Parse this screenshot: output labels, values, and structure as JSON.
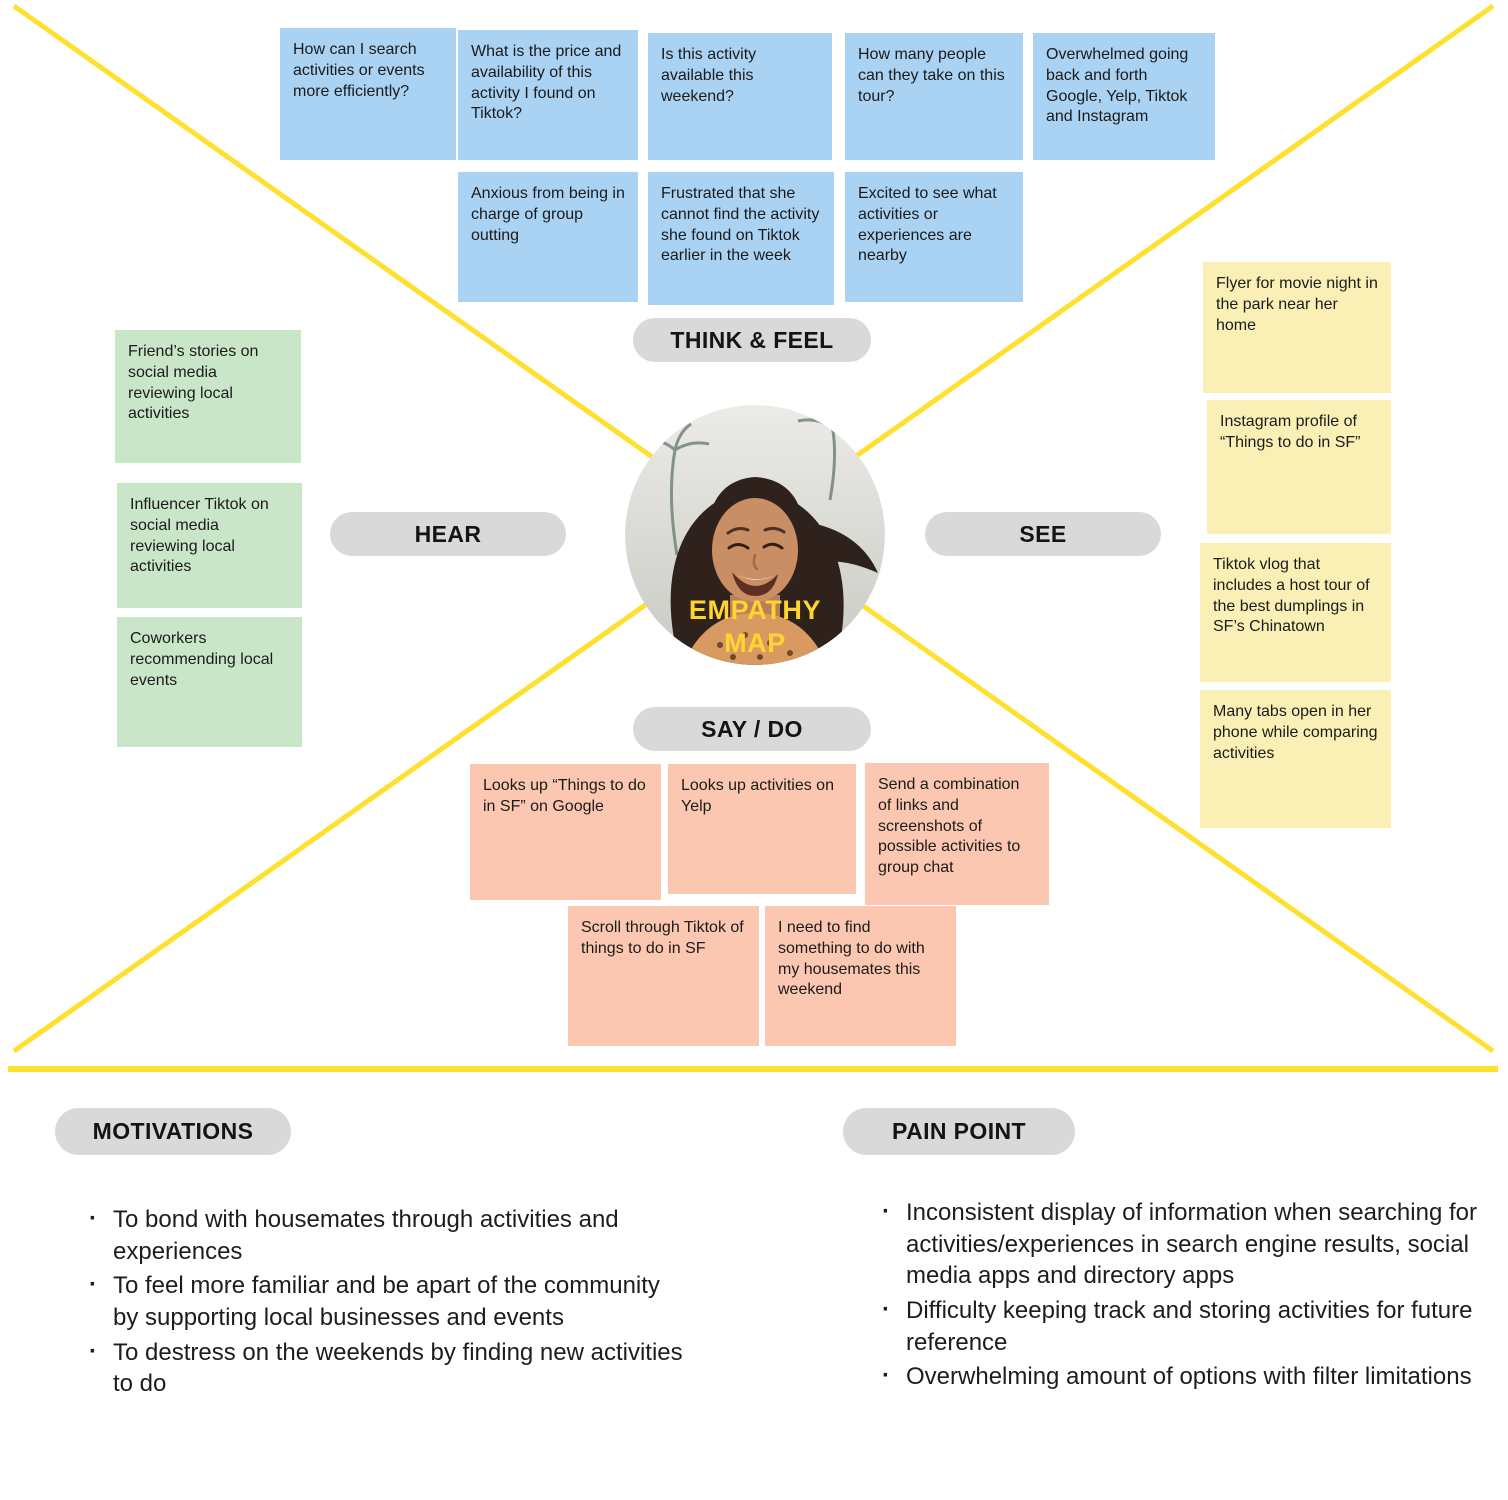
{
  "center": {
    "title": "EMPATHY MAP"
  },
  "quadrants": {
    "think_feel": {
      "label": "THINK & FEEL",
      "notes": [
        "How can I search activities or events more efficiently?",
        "What is the price and availability of this activity I found on Tiktok?",
        "Is this activity available this weekend?",
        "How many people can they take on this tour?",
        "Overwhelmed going back and forth Google, Yelp, Tiktok and Instagram",
        "Anxious from being in charge of group outting",
        "Frustrated that she cannot find the activity she found on Tiktok earlier in the week",
        "Excited to see what activities or experiences are nearby"
      ]
    },
    "hear": {
      "label": "HEAR",
      "notes": [
        "Friend’s stories on social media reviewing local activities",
        "Influencer Tiktok on social media reviewing local activities",
        "Coworkers recommending local events"
      ]
    },
    "see": {
      "label": "SEE",
      "notes": [
        "Flyer for movie night in the park near her home",
        "Instagram profile of “Things to do in SF”",
        "Tiktok vlog that includes a host tour of the best dumplings in SF’s Chinatown",
        "Many tabs open in her phone while comparing activities"
      ]
    },
    "say_do": {
      "label": "SAY / DO",
      "notes": [
        "Looks up “Things to do in SF” on Google",
        "Looks up activities on Yelp",
        "Send a combination of links and screenshots of possible activities to group chat",
        "Scroll through Tiktok of things to do in SF",
        "I need to find something to do with my housemates this weekend"
      ]
    }
  },
  "bottom": {
    "motivations": {
      "label": "MOTIVATIONS",
      "items": [
        "To bond with housemates through activities and experiences",
        "To feel more familiar and be apart of the community by supporting local businesses and events",
        "To destress on the weekends by finding new activities to do"
      ]
    },
    "pain_point": {
      "label": "PAIN POINT",
      "items": [
        "Inconsistent display of information when searching for activities/experiences in search engine results,  social media apps and directory apps",
        "Difficulty keeping track and storing activities for future reference",
        "Overwhelming amount of options with filter limitations"
      ]
    }
  },
  "colors": {
    "think_feel_note": "#a9d2f3",
    "hear_note": "#c9e6c8",
    "see_note": "#faf0b5",
    "say_do_note": "#fbc7b0",
    "label_pill": "#d9d9d9",
    "divider_lines": "#ffe02e",
    "center_title": "#ffd431"
  }
}
